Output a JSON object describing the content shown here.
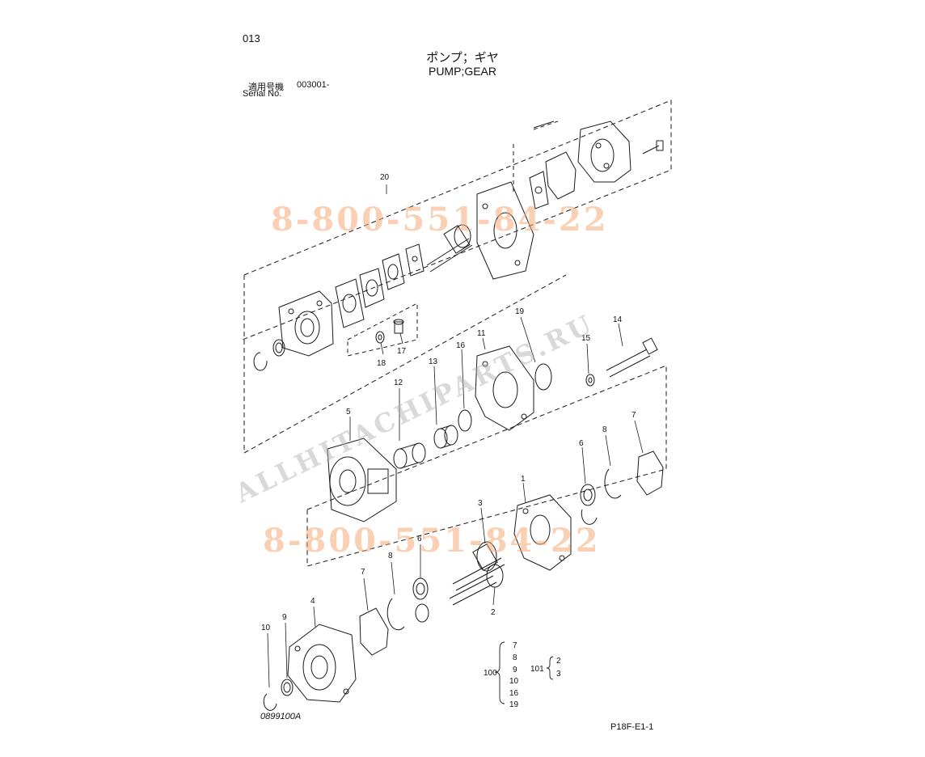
{
  "header": {
    "page_number": "013",
    "title_jp": "ポンプ；ギヤ",
    "title_en": "PUMP;GEAR",
    "serial_label_jp": "適用号機",
    "serial_value": "003001-",
    "serial_label_en": "Serial No."
  },
  "footer": {
    "drawing_code": "0899100A",
    "figure_code": "P18F-E1-1"
  },
  "watermarks": {
    "phone_1": "8-800-551-84-22",
    "phone_2": "8-800-551-84-22",
    "site_diag": "ALLHITACHIPARTS.RU"
  },
  "callouts": {
    "c1": "1",
    "c2": "2",
    "c3": "3",
    "c4": "4",
    "c5": "5",
    "c6a": "6",
    "c6b": "6",
    "c7a": "7",
    "c7b": "7",
    "c8a": "8",
    "c8b": "8",
    "c9": "9",
    "c10": "10",
    "c11": "11",
    "c12": "12",
    "c13": "13",
    "c14": "14",
    "c15": "15",
    "c16": "16",
    "c17": "17",
    "c18": "18",
    "c19": "19",
    "c20": "20"
  },
  "legend": {
    "kit100_label": "100",
    "kit100_items": [
      "7",
      "8",
      "9",
      "10",
      "16",
      "19"
    ],
    "kit101_label": "101",
    "kit101_items": [
      "2",
      "3"
    ]
  },
  "colors": {
    "line": "#1a1a1a",
    "watermark_phone": "#f5aa78",
    "watermark_site": "#aaaaaa"
  }
}
